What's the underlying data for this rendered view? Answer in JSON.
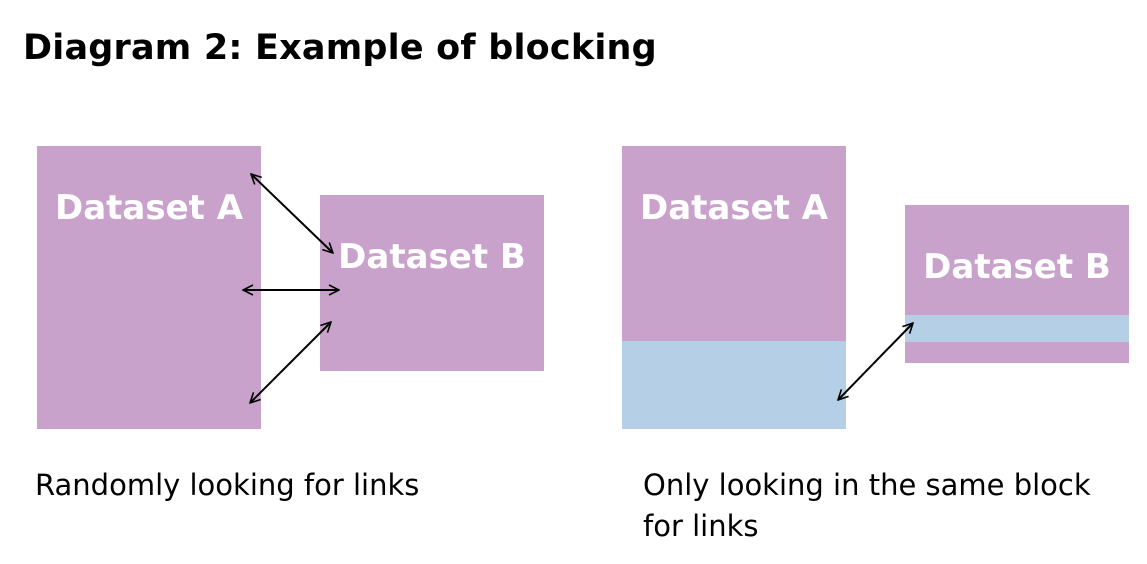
{
  "title": "Diagram 2: Example of blocking",
  "colors": {
    "dataset_fill": "#c9a2cc",
    "block_fill": "#b4cfe6",
    "label_text": "#ffffff",
    "arrow": "#000000"
  },
  "left_panel": {
    "dataset_a_label": "Dataset A",
    "dataset_b_label": "Dataset B",
    "caption": "Randomly looking for links"
  },
  "right_panel": {
    "dataset_a_label": "Dataset A",
    "dataset_b_label": "Dataset B",
    "caption_line1": "Only looking in the same block",
    "caption_line2": "for links"
  }
}
